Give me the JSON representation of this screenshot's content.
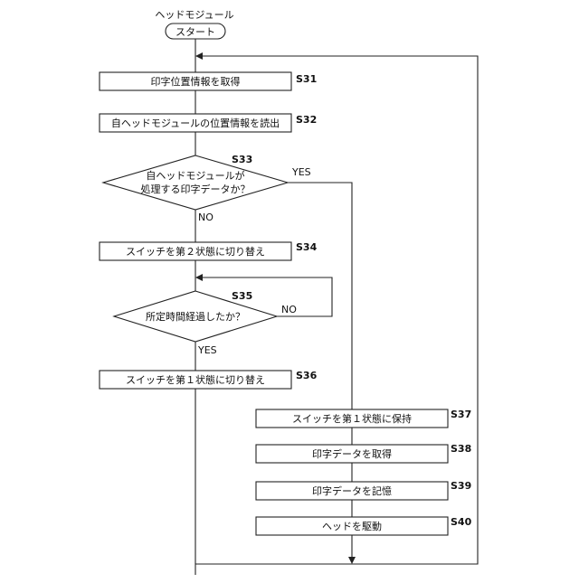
{
  "header": {
    "module_label": "ヘッドモジュール",
    "start_label": "スタート"
  },
  "steps": {
    "s31": {
      "id": "S31",
      "label": "印字位置情報を取得"
    },
    "s32": {
      "id": "S32",
      "label": "自ヘッドモジュールの位置情報を読出"
    },
    "s33": {
      "id": "S33",
      "line1": "自ヘッドモジュールが",
      "line2": "処理する印字データか？",
      "yes": "YES",
      "no": "NO"
    },
    "s34": {
      "id": "S34",
      "label": "スイッチを第２状態に切り替え"
    },
    "s35": {
      "id": "S35",
      "label": "所定時間経過したか？",
      "yes": "YES",
      "no": "NO"
    },
    "s36": {
      "id": "S36",
      "label": "スイッチを第１状態に切り替え"
    },
    "s37": {
      "id": "S37",
      "label": "スイッチを第１状態に保持"
    },
    "s38": {
      "id": "S38",
      "label": "印字データを取得"
    },
    "s39": {
      "id": "S39",
      "label": "印字データを記憶"
    },
    "s40": {
      "id": "S40",
      "label": "ヘッドを駆動"
    }
  }
}
